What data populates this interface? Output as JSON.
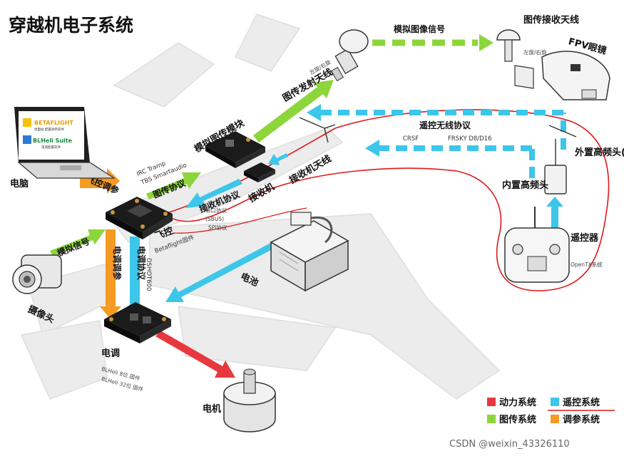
{
  "title": "穿越机电子系统",
  "components": {
    "computer": "电脑",
    "camera": "摄像头",
    "fc": "飞控",
    "fc_sub": "Betaflight固件",
    "esc": "电调",
    "esc_sub1": "BLHeli 8位 固件",
    "esc_sub2": "BLHeli 32位 固件",
    "motor": "电机",
    "battery": "电池",
    "vtx": "模拟图传模块",
    "receiver": "接收机",
    "rx_antenna": "接收机天线",
    "vtx_antenna": "图传发射天线",
    "vtx_antenna_sub": "左旋/右旋",
    "vrx_antenna": "图传接收天线",
    "vrx_antenna_sub": "左旋/右旋",
    "goggles": "FPV眼镜",
    "remote": "遥控器",
    "remote_sub": "OpenTX系统",
    "internal_rf": "内置高频头",
    "external_rf": "外置高频头(可选)"
  },
  "laptop_screen": {
    "betaflight": "BETAFLIGHT",
    "betaflight_sub": "地面站 配置调参软件",
    "blheli": "BLHeli Suite",
    "blheli_sub": "电调配置软件"
  },
  "links": {
    "tuning_top": "飞控调参",
    "analog_signal": "模拟信号",
    "vtx_protocol": "图传协议",
    "vtx_protocol_sub1": "IRC Tramp",
    "vtx_protocol_sub2": "TBS Smartaudio",
    "rx_protocol": "接收机协议",
    "rx_protocol_sub1": "串口协议",
    "rx_protocol_sub2": "(SBUS)",
    "rx_protocol_sub3": "SPI协议",
    "esc_tuning": "电调调参",
    "esc_protocol": "电调协议",
    "dshot": "DSHOT600",
    "analog_image": "模拟图像信号",
    "rc_wireless": "遥控无线协议",
    "crsf": "CRSF",
    "frsky": "FRSKY D8/D16"
  },
  "legend": [
    {
      "label": "动力系统",
      "color": "#e8383f"
    },
    {
      "label": "遥控系统",
      "color": "#3cc6ea"
    },
    {
      "label": "图传系统",
      "color": "#8cd63c"
    },
    {
      "label": "调参系统",
      "color": "#f59a23"
    }
  ],
  "watermark": "CSDN @weixin_43326110"
}
